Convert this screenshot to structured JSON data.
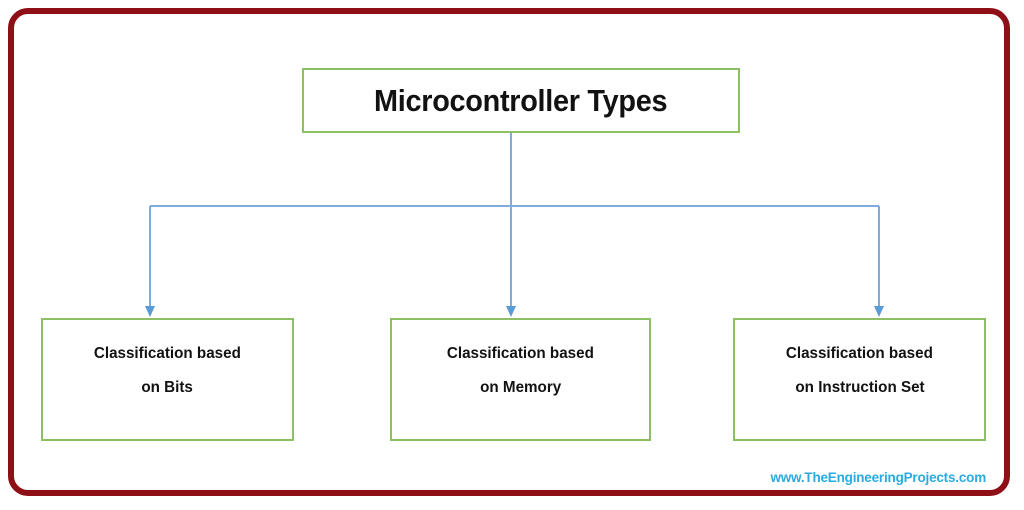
{
  "diagram": {
    "kind": "hierarchy-tree",
    "root": {
      "label": "Microcontroller Types"
    },
    "children": [
      {
        "line1": "Classification based",
        "line2": "on Bits"
      },
      {
        "line1": "Classification based",
        "line2": "on Memory"
      },
      {
        "line1": "Classification based",
        "line2": "on Instruction Set"
      }
    ]
  },
  "watermark": {
    "text": "www.TheEngineeringProjects.com"
  },
  "colors": {
    "frame_border": "#8E1016",
    "node_border": "#8CC063",
    "connector": "#7FABDD",
    "text": "#121212",
    "watermark": "#29ABE2",
    "background": "#FFFFFF"
  }
}
